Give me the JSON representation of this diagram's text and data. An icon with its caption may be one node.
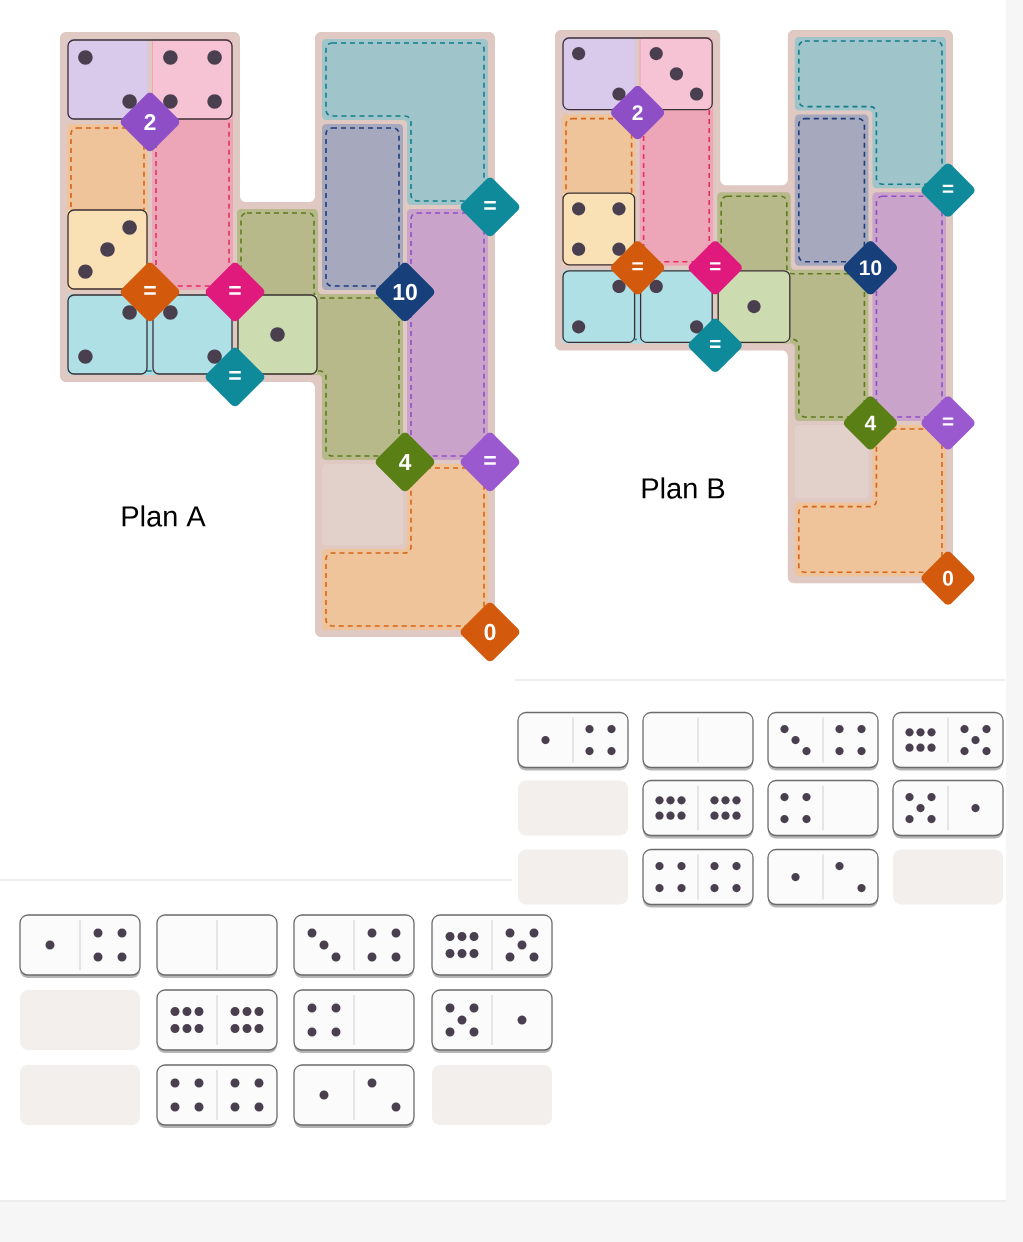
{
  "diagram": {
    "nodes": [
      {
        "text": [
          "2"
        ]
      },
      {
        "text": [
          "="
        ]
      },
      {
        "text": [
          "="
        ]
      },
      {
        "text": [
          "="
        ]
      },
      {
        "text": [
          "10"
        ]
      },
      {
        "text": [
          "="
        ]
      },
      {
        "text": [
          "4"
        ]
      },
      {
        "text": [
          "="
        ]
      },
      {
        "text": [
          "0"
        ]
      },
      {
        "text": [
          "2"
        ]
      },
      {
        "text": [
          "="
        ]
      },
      {
        "text": [
          "="
        ]
      },
      {
        "text": [
          "="
        ]
      },
      {
        "text": [
          "10"
        ]
      },
      {
        "text": [
          "="
        ]
      },
      {
        "text": [
          "4"
        ]
      },
      {
        "text": [
          "="
        ]
      },
      {
        "text": [
          "0"
        ]
      }
    ],
    "labels": [
      "Plan A",
      "Plan B"
    ]
  }
}
